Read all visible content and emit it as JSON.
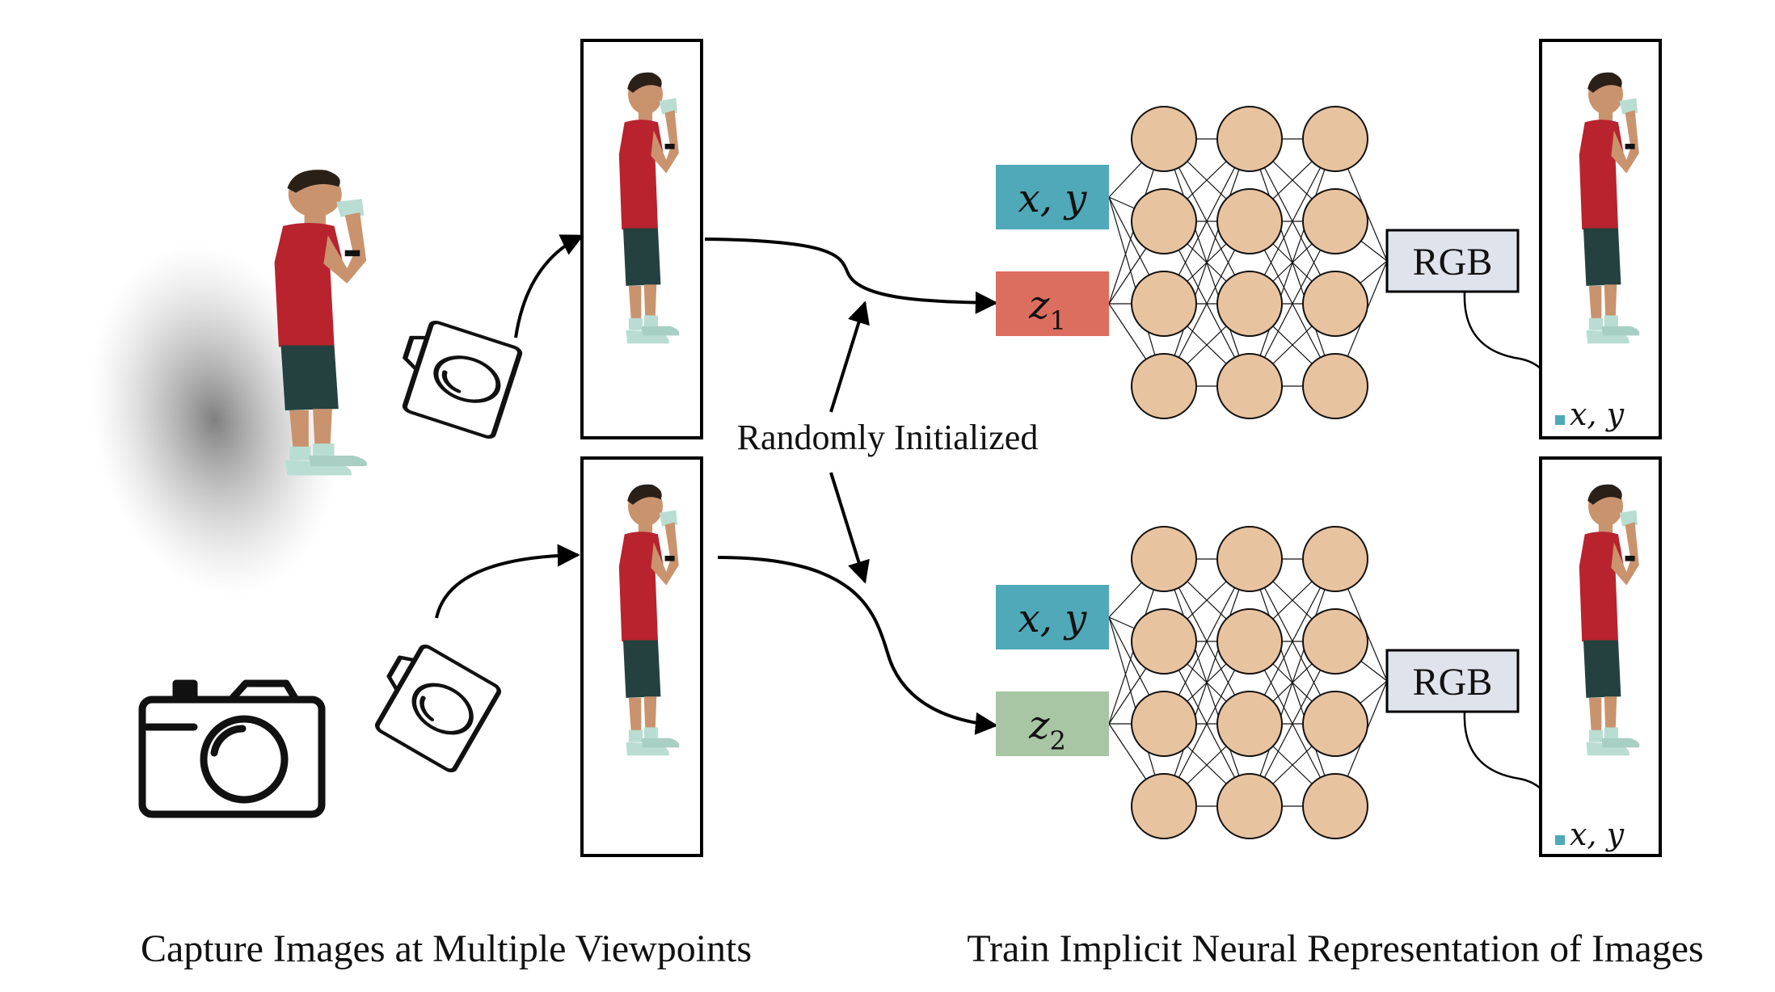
{
  "captions": {
    "left": "Capture Images at Multiple Viewpoints",
    "right": "Train Implicit Neural Representation of Images"
  },
  "annotation": "Randomly Initialized",
  "networks": [
    {
      "coord_label": "x, y",
      "latent_var": "z",
      "latent_sub": "1",
      "latent_color": "#dc6e5f",
      "output_label": "RGB",
      "pixel_label": "x, y"
    },
    {
      "coord_label": "x, y",
      "latent_var": "z",
      "latent_sub": "2",
      "latent_color": "#a8c5a4",
      "output_label": "RGB",
      "pixel_label": "x, y"
    }
  ],
  "colors": {
    "coord_box": "#4fa9b8",
    "neuron_fill": "#e8c3a0",
    "rgb_box": "#dfe3ec",
    "shirt": "#b8232e",
    "shorts": "#24413f",
    "skin": "#c9936e",
    "shoes": "#b9ddd2"
  },
  "icons": [
    "camera-icon"
  ]
}
